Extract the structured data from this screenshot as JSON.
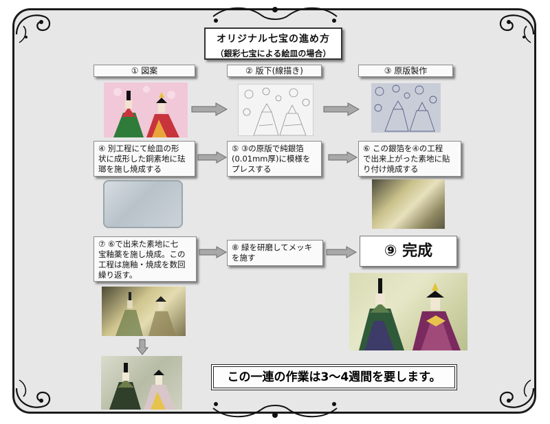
{
  "title": {
    "main": "オリジナル七宝の進め方",
    "sub": "（銀彩七宝による絵皿の場合）"
  },
  "steps": [
    {
      "label": "① 図案"
    },
    {
      "label": "② 版下(線描き)"
    },
    {
      "label": "③ 原版製作"
    }
  ],
  "descriptions": {
    "step4": [
      "④ 別工程にて絵皿の形",
      "状に成形した銅素地に珐",
      "瑯を施し焼成する"
    ],
    "step5": [
      "⑤ ③の原版で純銀箔",
      "(0.01mm厚)に模様を",
      "プレスする"
    ],
    "step6": [
      "⑥ この銀箔を④の工程",
      "で出来上がった素地に貼",
      "り付け焼成する"
    ],
    "step7": [
      "⑦ ⑥で出来た素地に七",
      "宝釉薬を施し焼成。この",
      "工程は施釉・焼成を数回",
      "繰り返す。"
    ],
    "step8": [
      "⑧ 緑を研磨してメッキ",
      "を施す"
    ]
  },
  "complete": "⑨ 完成",
  "summary": "この一連の作業は3～4週間を要します。",
  "colors": {
    "board": "#e7e7e7",
    "box": "#fafafa",
    "arrow_fill": "#a8a8a8",
    "arrow_stroke": "#6a6a6a",
    "pink_bg": "#f3c6d8",
    "gold": "#c9c08a",
    "silver": "#c4cdd3"
  }
}
